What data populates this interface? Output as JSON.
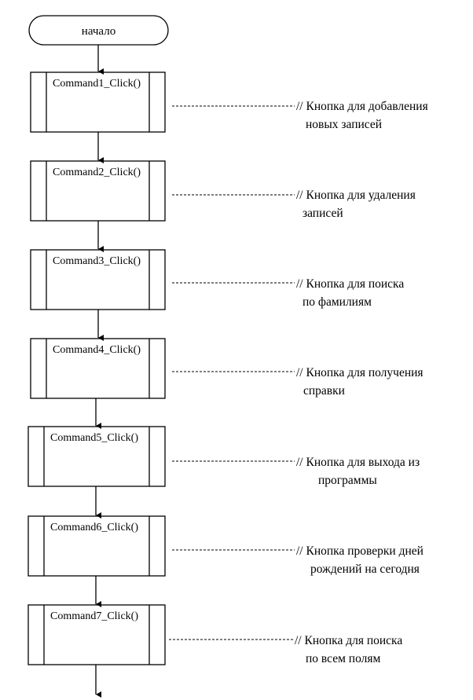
{
  "start": {
    "label": "начало"
  },
  "blocks": [
    {
      "name": "Command1_Click()",
      "comment": [
        "// Кнопка для добавления",
        "новых записей"
      ]
    },
    {
      "name": "Command2_Click()",
      "comment": [
        "// Кнопка для удаления",
        "записей"
      ]
    },
    {
      "name": "Command3_Click()",
      "comment": [
        "// Кнопка для поиска",
        "по фамилиям"
      ]
    },
    {
      "name": "Command4_Click()",
      "comment": [
        "//  Кнопка для получения",
        "справки"
      ]
    },
    {
      "name": "Command5_Click()",
      "comment": [
        "//  Кнопка для выхода из",
        "программы"
      ]
    },
    {
      "name": "Command6_Click()",
      "comment": [
        "// Кнопка проверки дней",
        "рождений на сегодня"
      ]
    },
    {
      "name": "Command7_Click()",
      "comment": [
        "// Кнопка для поиска",
        "по всем полям"
      ]
    }
  ]
}
